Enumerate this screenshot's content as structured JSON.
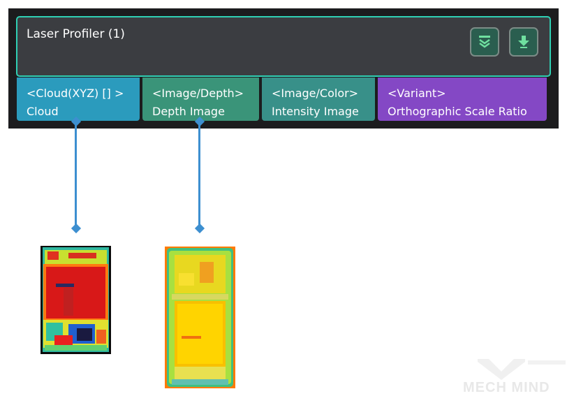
{
  "node": {
    "title": "Laser Profiler (1)",
    "colors": {
      "border": "#2fd0b4",
      "header_bg": "#3b3d41",
      "node_bg": "#1c1c1e"
    },
    "buttons": [
      {
        "icon": "collapse-chevrons-icon"
      },
      {
        "icon": "download-arrow-icon"
      }
    ],
    "ports": [
      {
        "type": "<Cloud(XYZ) [] >",
        "name": "Cloud",
        "color": "#2b9bbd"
      },
      {
        "type": "<Image/Depth>",
        "name": "Depth Image",
        "color": "#3a9479"
      },
      {
        "type": "<Image/Color>",
        "name": "Intensity Image",
        "color": "#389089"
      },
      {
        "type": "<Variant>",
        "name": "Orthographic Scale Ratio",
        "color": "#8448c5"
      }
    ]
  },
  "connector_color": "#3d8fd0",
  "previews": [
    {
      "kind": "point-cloud-thumbnail"
    },
    {
      "kind": "depth-image-thumbnail"
    }
  ],
  "watermark": "MECH MIND"
}
